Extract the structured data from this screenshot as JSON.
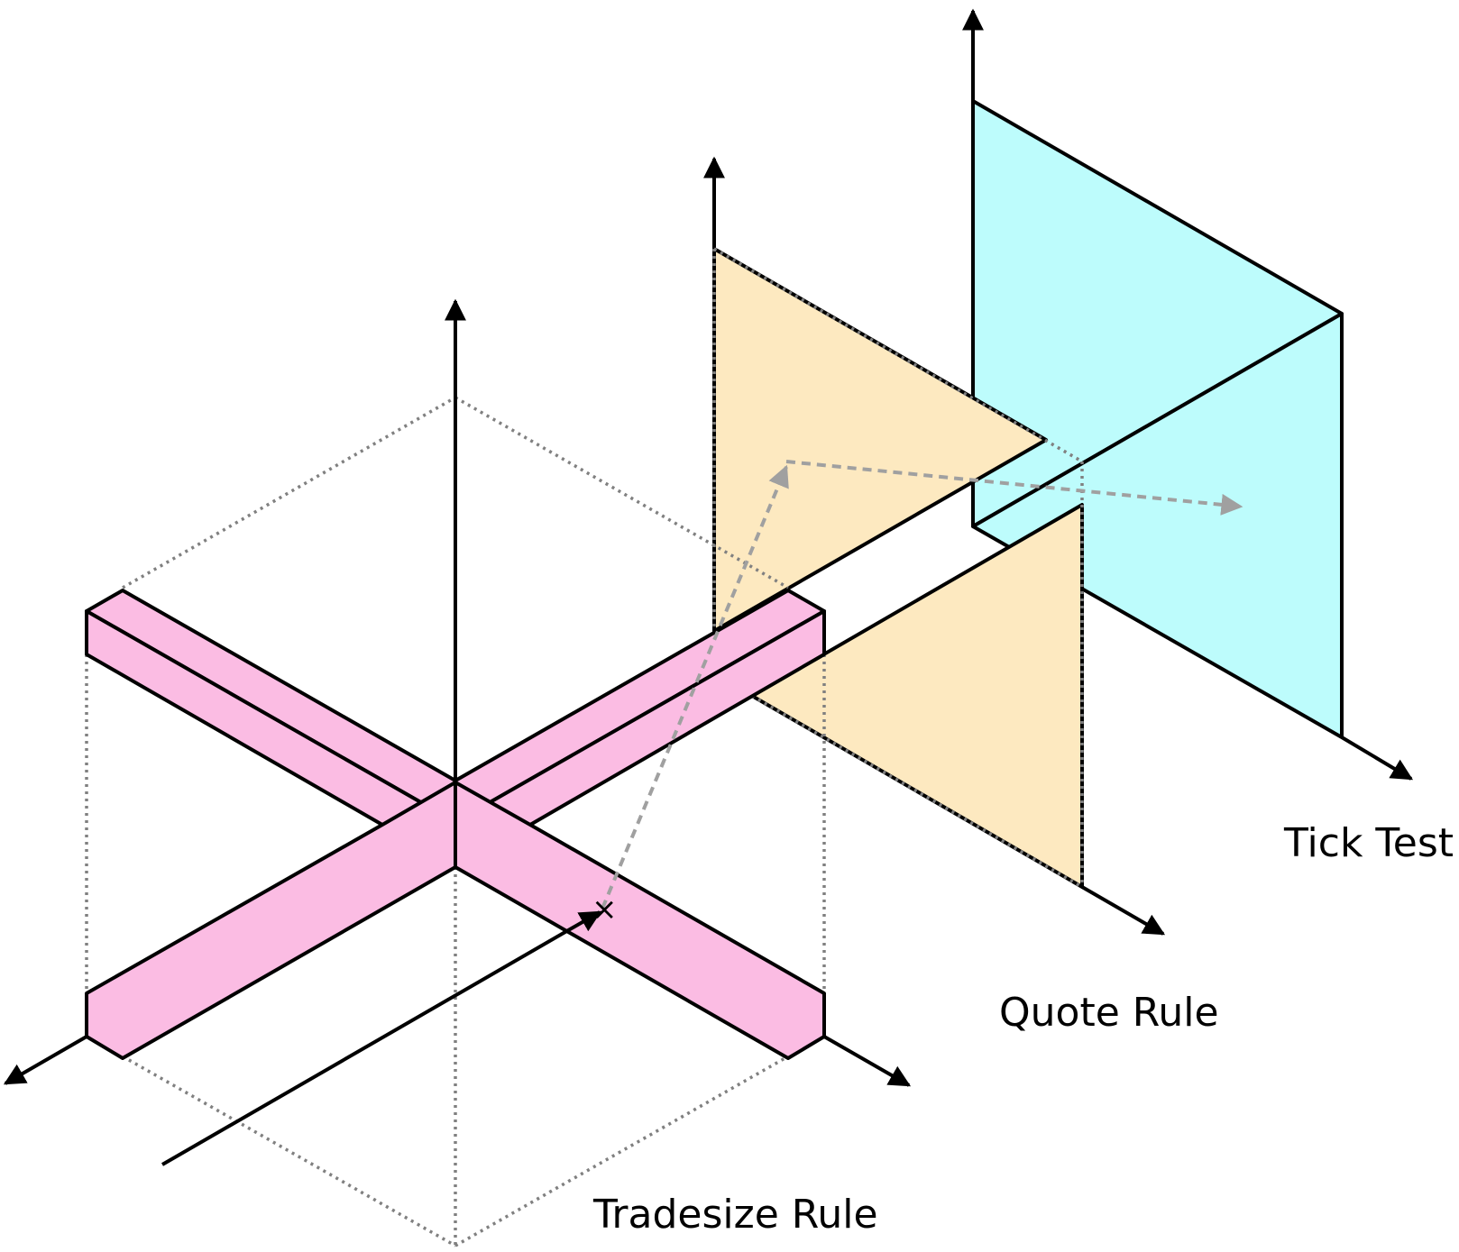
{
  "labels": {
    "tick_test": "Tick Test",
    "quote_rule": "Quote Rule",
    "tradesize_rule": "Tradesize Rule",
    "marker": "×"
  },
  "colors": {
    "tick_fill": "#bdfcfc",
    "quote_fill": "#fde9c0",
    "tradesize_fill": "#fbbce3",
    "guide_gray": "#808080",
    "path_gray": "#a0a0a0",
    "stroke": "#000000"
  }
}
